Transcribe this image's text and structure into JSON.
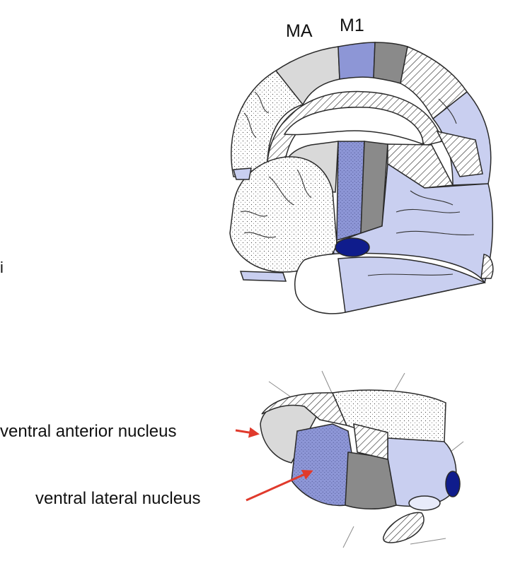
{
  "labels": {
    "ma": "MA",
    "m1": "M1",
    "edge": "i",
    "ventral_anterior": "ventral anterior nucleus",
    "ventral_lateral": "ventral lateral nucleus"
  },
  "colors": {
    "light_gray": "#d9d9d9",
    "light_blue": "#c9cff0",
    "medium_blue": "#8d96d6",
    "dark_gray": "#8a8a8a",
    "navy": "#0f1c8c",
    "arrow_red": "#e03a2c",
    "outline": "#2a2a2a"
  }
}
